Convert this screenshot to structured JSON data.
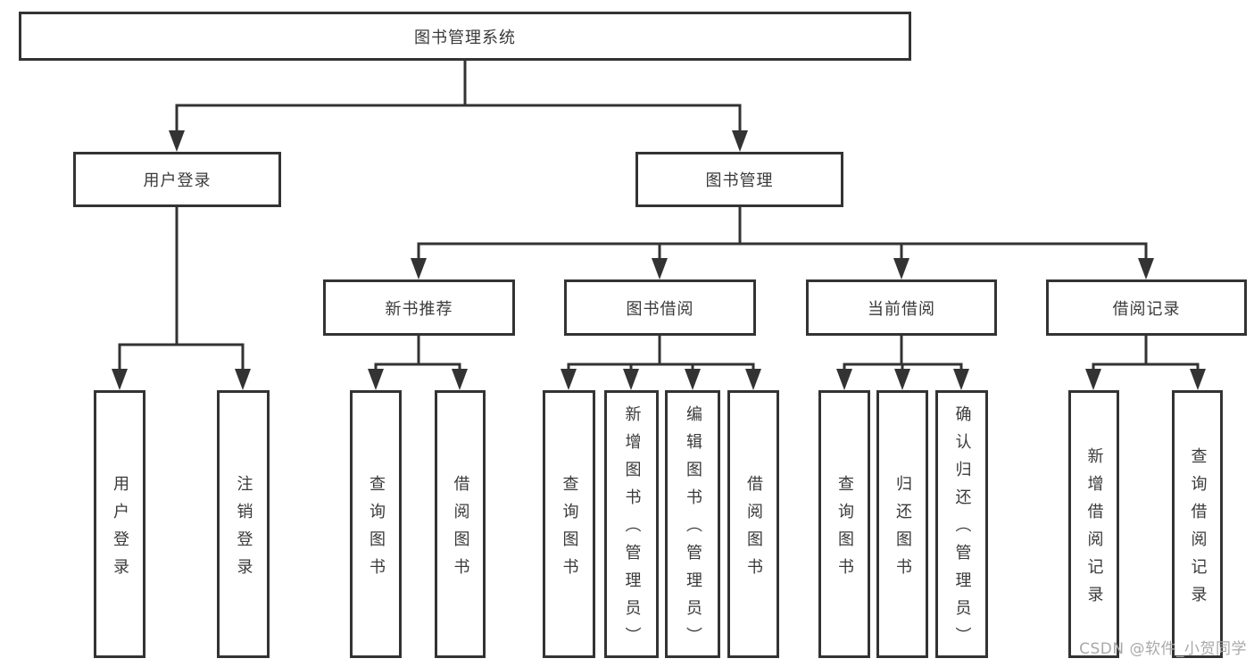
{
  "diagram": {
    "root": {
      "label": "图书管理系统"
    },
    "branches": [
      {
        "label": "用户登录",
        "children": [
          {
            "label": "用户登录"
          },
          {
            "label": "注销登录"
          }
        ]
      },
      {
        "label": "图书管理",
        "children": [
          {
            "label": "新书推荐",
            "children": [
              {
                "label": "查询图书"
              },
              {
                "label": "借阅图书"
              }
            ]
          },
          {
            "label": "图书借阅",
            "children": [
              {
                "label": "查询图书"
              },
              {
                "label": "新增图书（管理员）"
              },
              {
                "label": "编辑图书（管理员）"
              },
              {
                "label": "借阅图书"
              }
            ]
          },
          {
            "label": "当前借阅",
            "children": [
              {
                "label": "查询图书"
              },
              {
                "label": "归还图书"
              },
              {
                "label": "确认归还（管理员）"
              }
            ]
          },
          {
            "label": "借阅记录",
            "children": [
              {
                "label": "新增借阅记录"
              },
              {
                "label": "查询借阅记录"
              }
            ]
          }
        ]
      }
    ]
  },
  "watermark": {
    "text": "CSDN @软件_小贺同学"
  },
  "colors": {
    "line": "#333333",
    "box_border": "#333333",
    "text": "#3a3a3a",
    "watermark": "#a9a9a9",
    "background": "#ffffff"
  }
}
